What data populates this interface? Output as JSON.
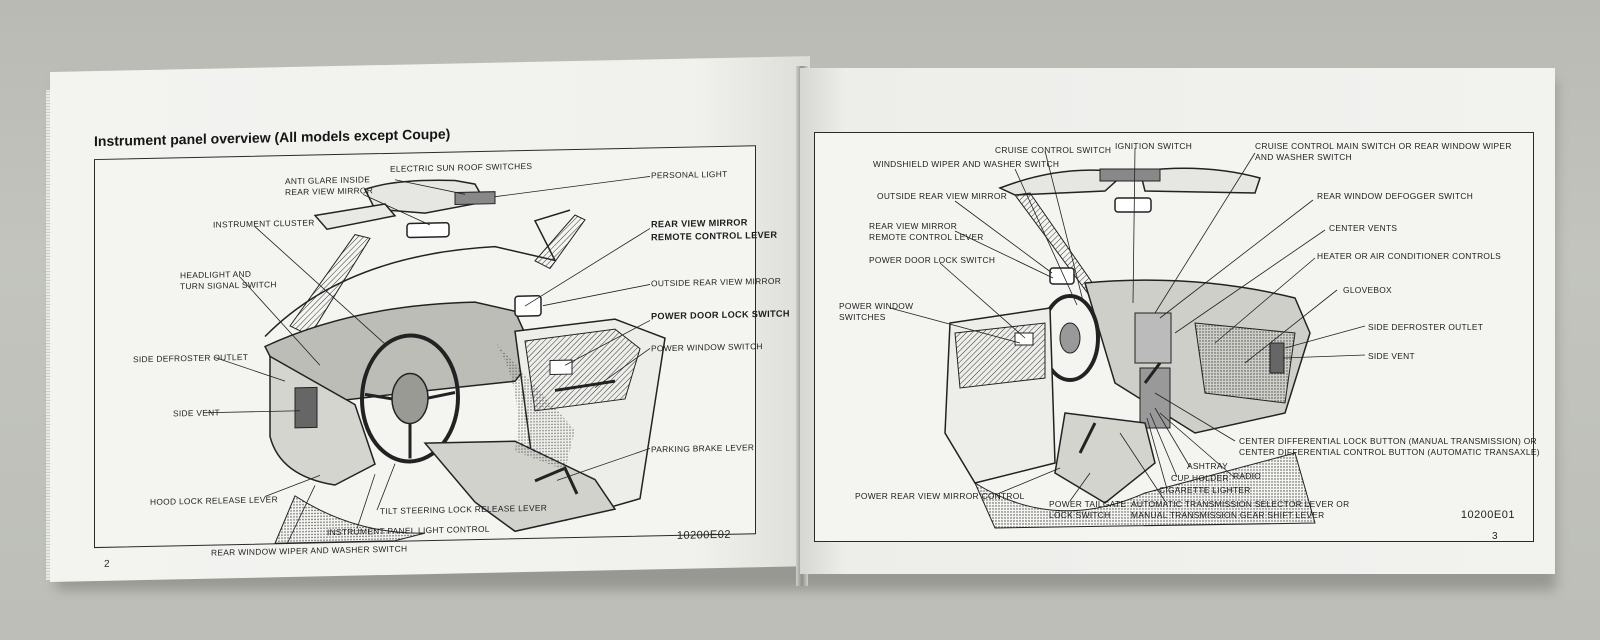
{
  "left_page": {
    "title": "Instrument panel overview (All models except Coupe)",
    "page_number": "2",
    "figure_code": "10200E02",
    "labels": [
      "ANTI GLARE INSIDE",
      "REAR VIEW MIRROR",
      "ELECTRIC SUN ROOF SWITCHES",
      "PERSONAL LIGHT",
      "INSTRUMENT CLUSTER",
      "REAR VIEW MIRROR",
      "REMOTE CONTROL LEVER",
      "HEADLIGHT AND",
      "TURN SIGNAL SWITCH",
      "OUTSIDE REAR VIEW MIRROR",
      "POWER DOOR LOCK SWITCH",
      "SIDE DEFROSTER OUTLET",
      "POWER WINDOW SWITCH",
      "SIDE VENT",
      "PARKING BRAKE LEVER",
      "HOOD LOCK RELEASE LEVER",
      "TILT STEERING LOCK RELEASE LEVER",
      "INSTRUMENT PANEL LIGHT CONTROL",
      "REAR WINDOW WIPER AND WASHER SWITCH"
    ]
  },
  "right_page": {
    "page_number": "3",
    "figure_code": "10200E01",
    "labels": [
      "CRUISE CONTROL SWITCH",
      "IGNITION SWITCH",
      "CRUISE CONTROL MAIN SWITCH OR REAR WINDOW WIPER",
      "AND WASHER SWITCH",
      "WINDSHIELD WIPER AND WASHER SWITCH",
      "OUTSIDE REAR VIEW MIRROR",
      "REAR WINDOW DEFOGGER SWITCH",
      "REAR VIEW MIRROR",
      "REMOTE CONTROL LEVER",
      "CENTER VENTS",
      "HEATER OR AIR CONDITIONER CONTROLS",
      "POWER DOOR LOCK SWITCH",
      "GLOVEBOX",
      "POWER WINDOW",
      "SWITCHES",
      "SIDE DEFROSTER OUTLET",
      "SIDE VENT",
      "CENTER DIFFERENTIAL LOCK BUTTON (MANUAL TRANSMISSION) OR",
      "CENTER DIFFERENTIAL CONTROL BUTTON (AUTOMATIC TRANSAXLE)",
      "ASHTRAY",
      "RADIO",
      "CUP HOLDER",
      "CIGARETTE LIGHTER",
      "POWER REAR VIEW MIRROR CONTROL",
      "POWER TAILGATE",
      "LOCK SWITCH",
      "AUTOMATIC TRANSMISSION SELECTOR LEVER OR",
      "MANUAL TRANSMISSION GEAR SHIFT LEVER"
    ]
  },
  "colors": {
    "paper": "#f1f1ee",
    "ink": "#1d1d1d",
    "background": "#bdbeb8"
  }
}
